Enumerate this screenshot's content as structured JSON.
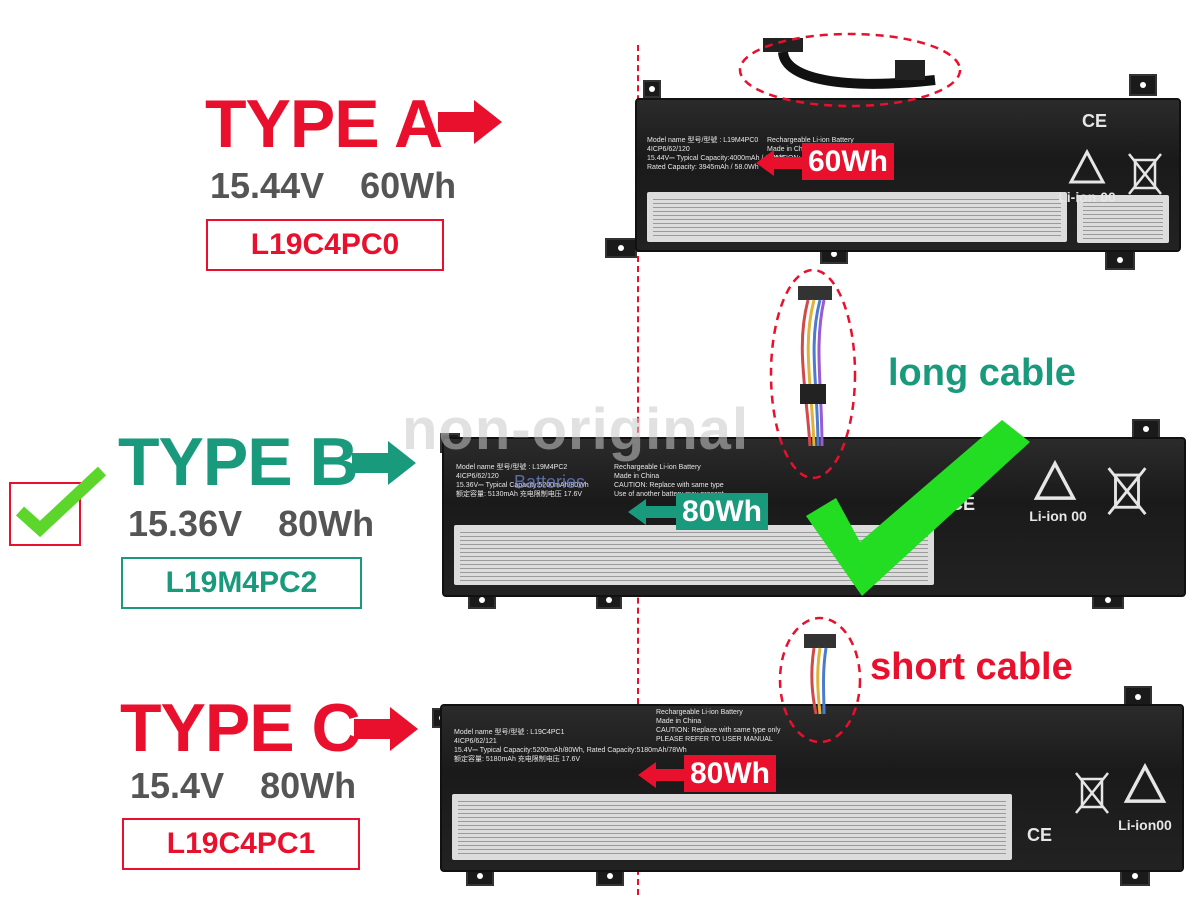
{
  "types": [
    {
      "title": "TYPE A",
      "voltage": "15.44V",
      "capacity": "60Wh",
      "model": "L19C4PC0",
      "color": "#e8102c"
    },
    {
      "title": "TYPE B",
      "voltage": "15.36V",
      "capacity": "80Wh",
      "model": "L19M4PC2",
      "color": "#1a9a7c"
    },
    {
      "title": "TYPE C",
      "voltage": "15.4V",
      "capacity": "80Wh",
      "model": "L19C4PC1",
      "color": "#e8102c"
    }
  ],
  "callouts": {
    "a": "60Wh",
    "b": "80Wh",
    "c": "80Wh"
  },
  "cable_labels": {
    "long": "long cable",
    "short": "short cable"
  },
  "watermark": {
    "main": "non-original",
    "sub": "Batteries"
  },
  "symbols": {
    "ce": "CE",
    "liion_a": "Li-ion 00",
    "liion_b": "Li-ion 00",
    "liion_c": "Li-ion00"
  },
  "colors": {
    "red": "#e8102c",
    "teal": "#1a9a7c",
    "green_check": "#22dd22",
    "text_gray": "#555555"
  },
  "icons": [
    "arrow-right-icon",
    "checkmark-icon",
    "recycle-icon",
    "crossed-bin-icon"
  ]
}
